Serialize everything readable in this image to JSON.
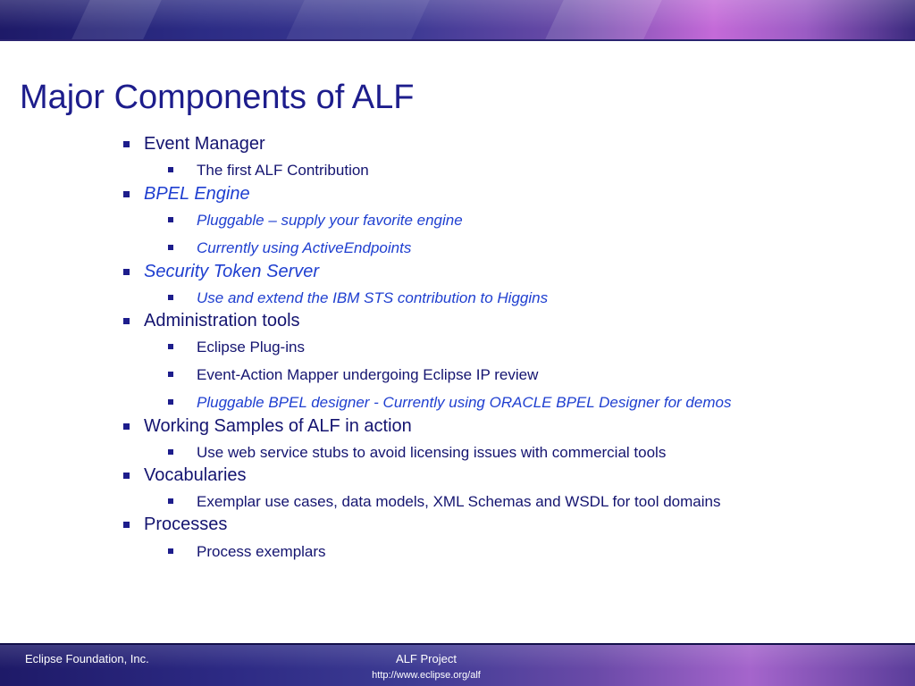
{
  "slide": {
    "title": "Major Components of ALF",
    "colors": {
      "title": "#1d1d8c",
      "body_text": "#141470",
      "highlight_text": "#1f3fd0",
      "banner_dark": "#1e1a68",
      "banner_accent": "#c46ad8"
    },
    "bullets": [
      {
        "level": 1,
        "text": "Event Manager",
        "style": "normal"
      },
      {
        "level": 2,
        "text": "The first ALF Contribution",
        "style": "normal"
      },
      {
        "level": 1,
        "text": "BPEL Engine",
        "style": "italic-blue"
      },
      {
        "level": 2,
        "text": "Pluggable – supply your favorite engine",
        "style": "italic-blue"
      },
      {
        "level": 2,
        "text": "Currently using ActiveEndpoints",
        "style": "italic-blue"
      },
      {
        "level": 1,
        "text": "Security Token Server",
        "style": "italic-blue"
      },
      {
        "level": 2,
        "text": "Use and extend the IBM STS contribution to Higgins",
        "style": "italic-blue"
      },
      {
        "level": 1,
        "text": "Administration tools",
        "style": "normal"
      },
      {
        "level": 2,
        "text": "Eclipse Plug-ins",
        "style": "normal"
      },
      {
        "level": 2,
        "text": "Event-Action Mapper undergoing Eclipse IP review",
        "style": "normal"
      },
      {
        "level": 2,
        "text": "Pluggable BPEL designer - Currently using ORACLE BPEL Designer for demos",
        "style": "italic-blue"
      },
      {
        "level": 1,
        "text": "Working Samples of ALF in action",
        "style": "normal"
      },
      {
        "level": 2,
        "text": "Use web service stubs to avoid licensing issues with commercial tools",
        "style": "normal"
      },
      {
        "level": 1,
        "text": "Vocabularies",
        "style": "normal"
      },
      {
        "level": 2,
        "text": "Exemplar use cases, data models, XML Schemas and WSDL for tool domains",
        "style": "normal"
      },
      {
        "level": 1,
        "text": "Processes",
        "style": "normal"
      },
      {
        "level": 2,
        "text": "Process exemplars",
        "style": "normal"
      }
    ]
  },
  "footer": {
    "left": "Eclipse Foundation, Inc.",
    "center": "ALF Project",
    "url": "http://www.eclipse.org/alf"
  }
}
